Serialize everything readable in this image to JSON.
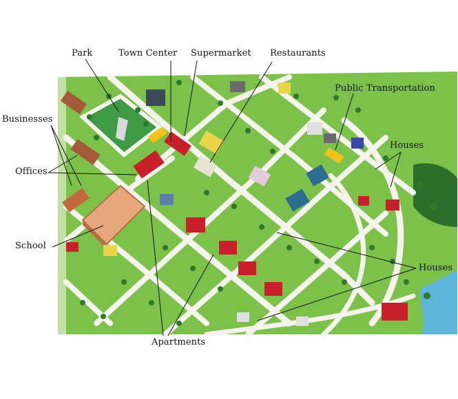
{
  "labels": {
    "park": "Park",
    "town_center": "Town Center",
    "supermarket": "Supermarket",
    "restaurants": "Restaurants",
    "public_transportation": "Public Transportation",
    "businesses": "Businesses",
    "offices": "Offices",
    "houses_top": "Houses",
    "school": "School",
    "houses_bottom": "Houses",
    "apartments": "Apartments"
  },
  "colors": {
    "grass": "#7cc24a",
    "grass_dark": "#4f9a34",
    "road": "#f4f4ec",
    "park": "#3e9a44",
    "water": "#5db6d8",
    "tree": "#2f7a2a",
    "bus": "#f2c21b",
    "roof_red": "#c8202a",
    "school_roof": "#e7a77d"
  }
}
